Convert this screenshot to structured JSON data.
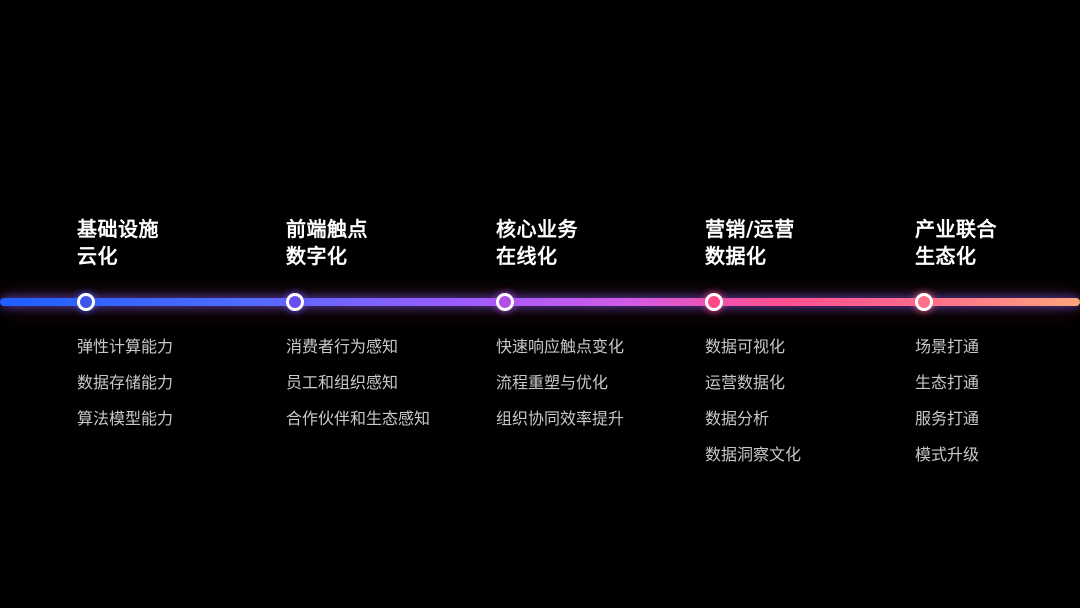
{
  "stages": [
    {
      "title_lines": [
        "基础设施",
        "云化"
      ],
      "node_color": "#3f56ea",
      "items": [
        "弹性计算能力",
        "数据存储能力",
        "算法模型能力"
      ]
    },
    {
      "title_lines": [
        "前端触点",
        "数字化"
      ],
      "node_color": "#6a4df0",
      "items": [
        "消费者行为感知",
        "员工和组织感知",
        "合作伙伴和生态感知"
      ]
    },
    {
      "title_lines": [
        "核心业务",
        "在线化"
      ],
      "node_color": "#b34fe6",
      "items": [
        "快速响应触点变化",
        "流程重塑与优化",
        "组织协同效率提升"
      ]
    },
    {
      "title_lines": [
        "营销/运营",
        "数据化"
      ],
      "node_color": "#ff4a88",
      "items": [
        "数据可视化",
        "运营数据化",
        "数据分析",
        "数据洞察文化"
      ]
    },
    {
      "title_lines": [
        "产业联合",
        "生态化"
      ],
      "node_color": "#ff6f86",
      "items": [
        "场景打通",
        "生态打通",
        "服务打通",
        "模式升级"
      ]
    }
  ]
}
